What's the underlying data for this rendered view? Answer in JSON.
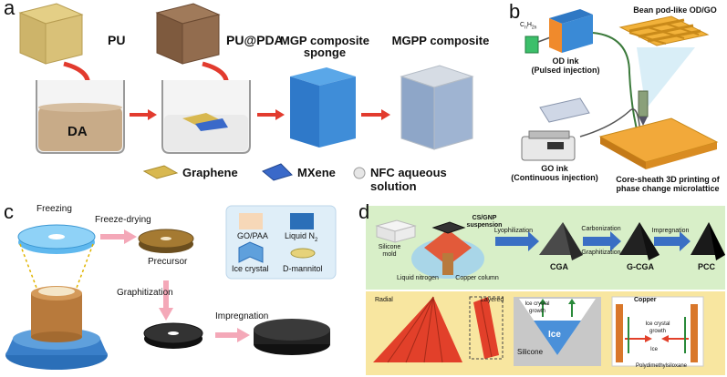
{
  "panel_a": {
    "letter": "a",
    "pu": "PU",
    "pu_pda": "PU@PDA",
    "mgp_line1": "MGP composite",
    "mgp_line2": "sponge",
    "mgpp": "MGPP composite",
    "da": "DA",
    "legend": {
      "graphene": "Graphene",
      "mxene": "MXene",
      "nfc": "NFC aqueous solution"
    }
  },
  "panel_b": {
    "letter": "b",
    "formula_base": "C",
    "formula_sub1": "n",
    "formula_h": "H",
    "formula_sub2": "2n",
    "od_ink": "OD ink",
    "pulsed": "(Pulsed injection)",
    "bean_line1": "Bean pod-like OD/GO",
    "go_ink": "GO ink",
    "continuous": "(Continuous injection)",
    "core_line1": "Core-sheath 3D printing of",
    "core_line2": "phase change microlattice"
  },
  "panel_c": {
    "letter": "c",
    "freezing": "Freezing",
    "freeze_drying": "Freeze-drying",
    "precursor": "Precursor",
    "graphitization": "Graphitization",
    "impregnation": "Impregnation",
    "legend": {
      "go_paa": "GO/PAA",
      "liquid_n2_base": "Liquid N",
      "liquid_n2_sub": "2",
      "ice_crystal": "Ice crystal",
      "d_mannitol": "D-mannitol"
    }
  },
  "panel_d": {
    "letter": "d",
    "cs_gnp_line1": "CS/GNP",
    "cs_gnp_line2": "suspension",
    "silicone_mold_line1": "Silicone",
    "silicone_mold_line2": "mold",
    "liquid_nitrogen": "Liquid nitrogen",
    "copper_column": "Copper column",
    "lyophilization": "Lyophilization",
    "carbonization": "Carbonization",
    "graphitization": "Graphitization",
    "impregnation": "Impregnation",
    "cga": "CGA",
    "g_cga": "G-CGA",
    "pcc": "PCC",
    "radial": "Radial",
    "layered": "Layered",
    "ice_growth_l1": "Ice crystal",
    "ice_growth_l2": "growth",
    "ice": "Ice",
    "silicone": "Silicone",
    "copper": "Copper",
    "ice_small": "Ice",
    "pdms": "Polydimethylsiloxane"
  }
}
